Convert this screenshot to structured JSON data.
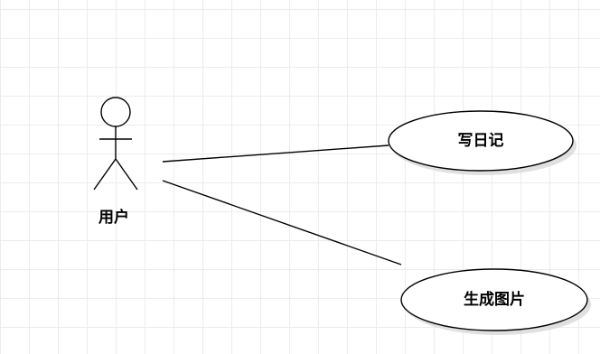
{
  "diagram": {
    "actor": {
      "label": "用户"
    },
    "use_cases": [
      {
        "label": "写日记"
      },
      {
        "label": "生成图片"
      }
    ],
    "colors": {
      "line": "#000000",
      "shape_fill": "#ffffff",
      "shadow": "#d8d8d8",
      "grid": "#ececec"
    }
  }
}
